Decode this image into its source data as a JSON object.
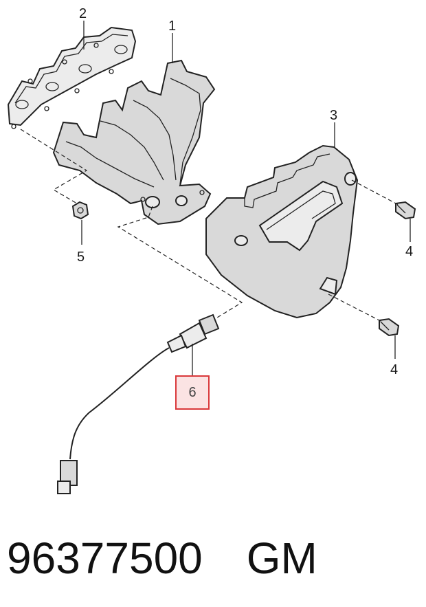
{
  "callouts": {
    "c1": "1",
    "c2": "2",
    "c3": "3",
    "c4a": "4",
    "c4b": "4",
    "c5": "5",
    "c6": "6"
  },
  "highlight_color": "#d9383a",
  "footer": {
    "part_number": "96377500",
    "brand": "GM"
  }
}
